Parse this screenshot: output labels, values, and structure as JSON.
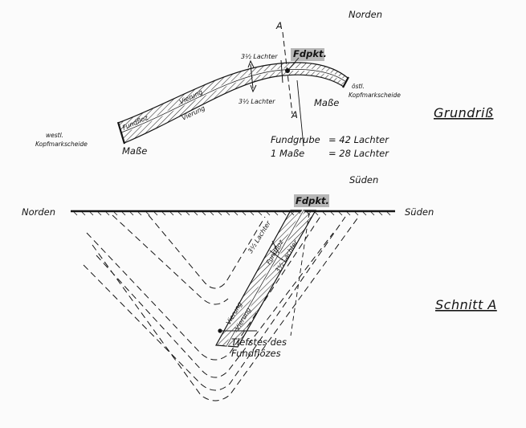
{
  "grundriss": {
    "north": "Norden",
    "south": "Süden",
    "section_marker": "A",
    "fundpunkt": "Fdpkt.",
    "lachter_upper": "3½ Lachter",
    "lachter_lower": "3½ Lachter",
    "fundfloz": "Fundfloz",
    "vierung_upper": "Vierung",
    "vierung_lower": "Vierung",
    "masse_left": "Maße",
    "masse_right": "Maße",
    "kopf_west_1": "westl.",
    "kopf_west_2": "Kopfmarkscheide",
    "kopf_east_1": "östl.",
    "kopf_east_2": "Kopfmarkscheide",
    "measure_1_label": "Fundgrube",
    "measure_1_value": "= 42 Lachter",
    "measure_2_label": "1 Maße",
    "measure_2_value": "= 28 Lachter",
    "title": "Grundriß"
  },
  "schnitt": {
    "north": "Norden",
    "south": "Süden",
    "fundpunkt": "Fdpkt.",
    "lachter_upper": "3½ Lachter",
    "lachter_lower": "3½ Lachter",
    "fundfloz": "Fundfloz",
    "vierung_upper": "Vierung",
    "vierung_lower": "Vierung",
    "tiefstes_1": "Tiefstes des",
    "tiefstes_2": "Fundflözes",
    "title": "Schnitt A"
  }
}
